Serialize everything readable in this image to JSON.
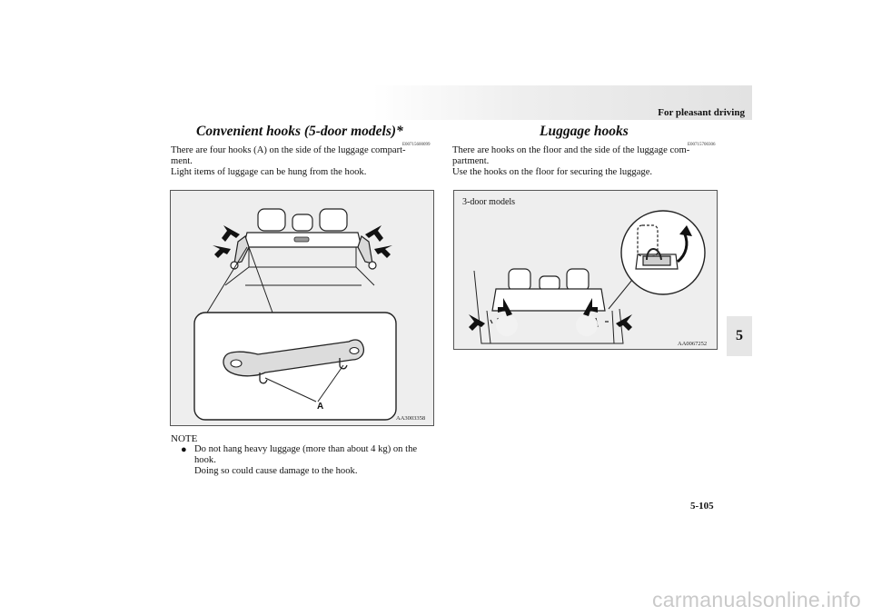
{
  "header": {
    "section_title": "For pleasant driving"
  },
  "chapter_tab": "5",
  "left": {
    "heading": "Convenient hooks (5-door models)*",
    "code": "E00715600099",
    "paragraph_lines": [
      "There are four hooks (A) on the side of the luggage compart-",
      "ment.",
      "Light items of luggage can be hung from the hook."
    ],
    "figure": {
      "label": "A",
      "code": "AA3003358"
    },
    "note": {
      "title": "NOTE",
      "bullet_lines": [
        "Do not hang heavy luggage (more than about 4 kg) on the",
        "hook.",
        "Doing so could cause damage to the hook."
      ]
    }
  },
  "right": {
    "heading": "Luggage hooks",
    "code": "E00715700306",
    "paragraph_lines": [
      "There are hooks on the floor and the side of the luggage com-",
      "partment.",
      "Use the hooks on the floor for securing the luggage."
    ],
    "figure": {
      "label": "3-door models",
      "code": "AA0067252"
    }
  },
  "page_number": "5-105",
  "watermark": "carmanualsonline.info"
}
